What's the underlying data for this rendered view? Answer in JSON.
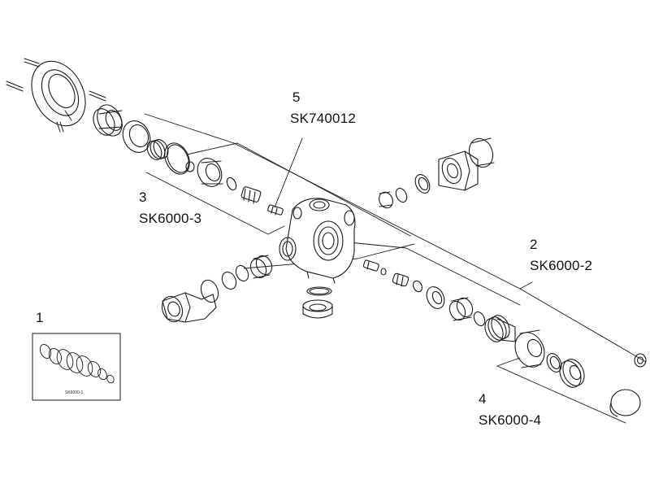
{
  "colors": {
    "line": "#1a1a1a",
    "text": "#111111",
    "background": "#ffffff",
    "shade": "#cfcfcf"
  },
  "callouts": [
    {
      "id": "c1",
      "number": "1",
      "code": ""
    },
    {
      "id": "c2",
      "number": "2",
      "code": "SK6000-2"
    },
    {
      "id": "c3",
      "number": "3",
      "code": "SK6000-3"
    },
    {
      "id": "c4",
      "number": "4",
      "code": "SK6000-4"
    },
    {
      "id": "c5",
      "number": "5",
      "code": "SK740012"
    }
  ],
  "inset": {
    "label": "SK6000-1"
  }
}
